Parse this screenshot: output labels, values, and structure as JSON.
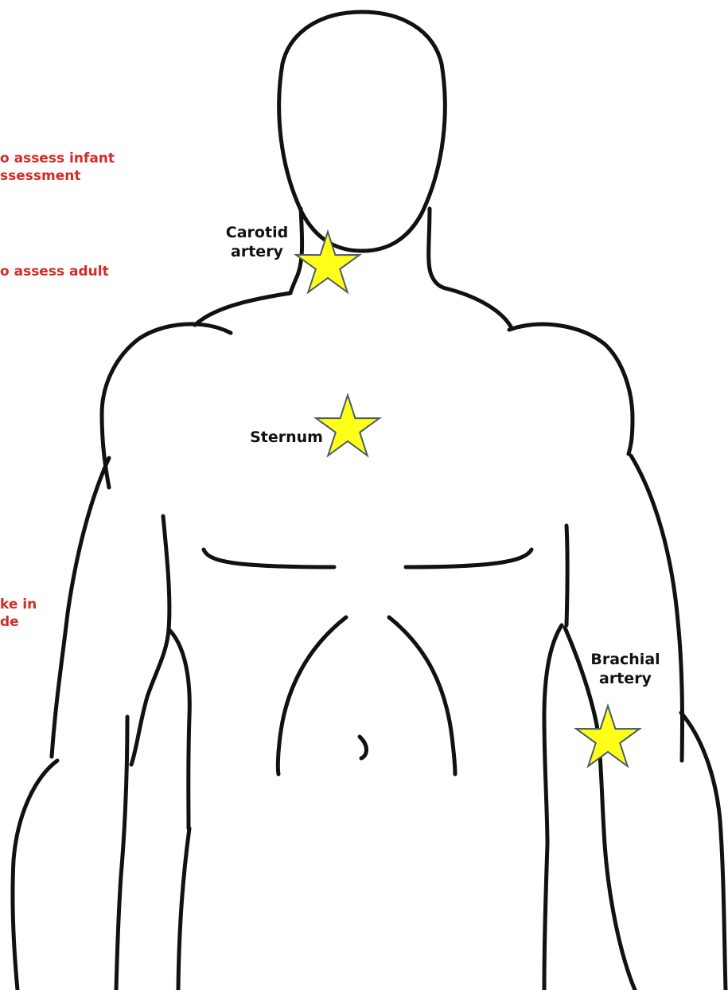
{
  "colors": {
    "outline": "#111111",
    "star_fill": "#ffff1a",
    "star_stroke": "#4a5a6a",
    "note_text": "#d22b26",
    "label_text": "#111111"
  },
  "markers": [
    {
      "id": "carotid",
      "icon": "star-icon",
      "label_lines": [
        "Carotid",
        "artery"
      ]
    },
    {
      "id": "sternum",
      "icon": "star-icon",
      "label_lines": [
        "Sternum"
      ]
    },
    {
      "id": "brachial",
      "icon": "star-icon",
      "label_lines": [
        "Brachial",
        "artery"
      ]
    }
  ],
  "cropped_notes": [
    {
      "lines": [
        "o assess infant",
        "ssessment"
      ]
    },
    {
      "lines": [
        "o assess adult"
      ]
    },
    {
      "lines": [
        "ke in",
        "de"
      ]
    }
  ]
}
